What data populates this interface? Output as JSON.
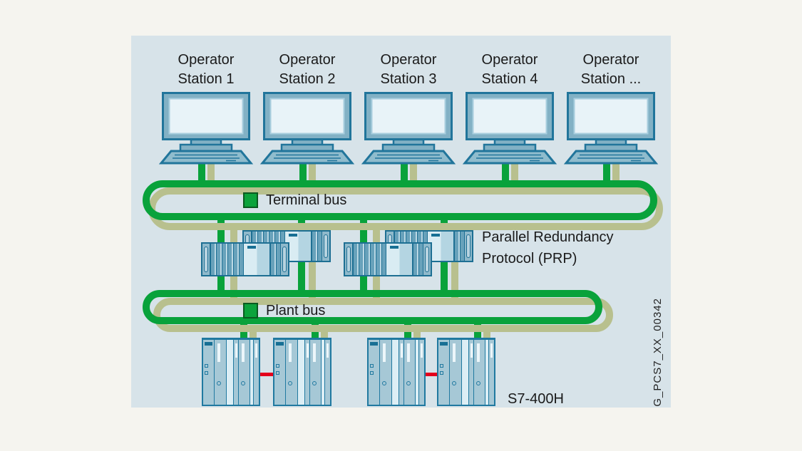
{
  "diagram": {
    "stations": [
      {
        "line1": "Operator",
        "line2": "Station 1"
      },
      {
        "line1": "Operator",
        "line2": "Station 2"
      },
      {
        "line1": "Operator",
        "line2": "Station 3"
      },
      {
        "line1": "Operator",
        "line2": "Station 4"
      },
      {
        "line1": "Operator",
        "line2": "Station ..."
      }
    ],
    "terminal_bus_label": "Terminal bus",
    "plant_bus_label": "Plant bus",
    "prp_line1": "Parallel Redundancy",
    "prp_line2": "Protocol (PRP)",
    "controller_label": "S7-400H",
    "figure_id": "G_PCS7_XX_00342",
    "colors": {
      "bus_primary_green": "#09a23b",
      "bus_redundant_olive": "#b8c08e",
      "sync_link_red": "#e4001c",
      "panel_background": "#d7e3e9",
      "page_background": "#f5f4ef",
      "device_outline": "#21759b"
    }
  }
}
